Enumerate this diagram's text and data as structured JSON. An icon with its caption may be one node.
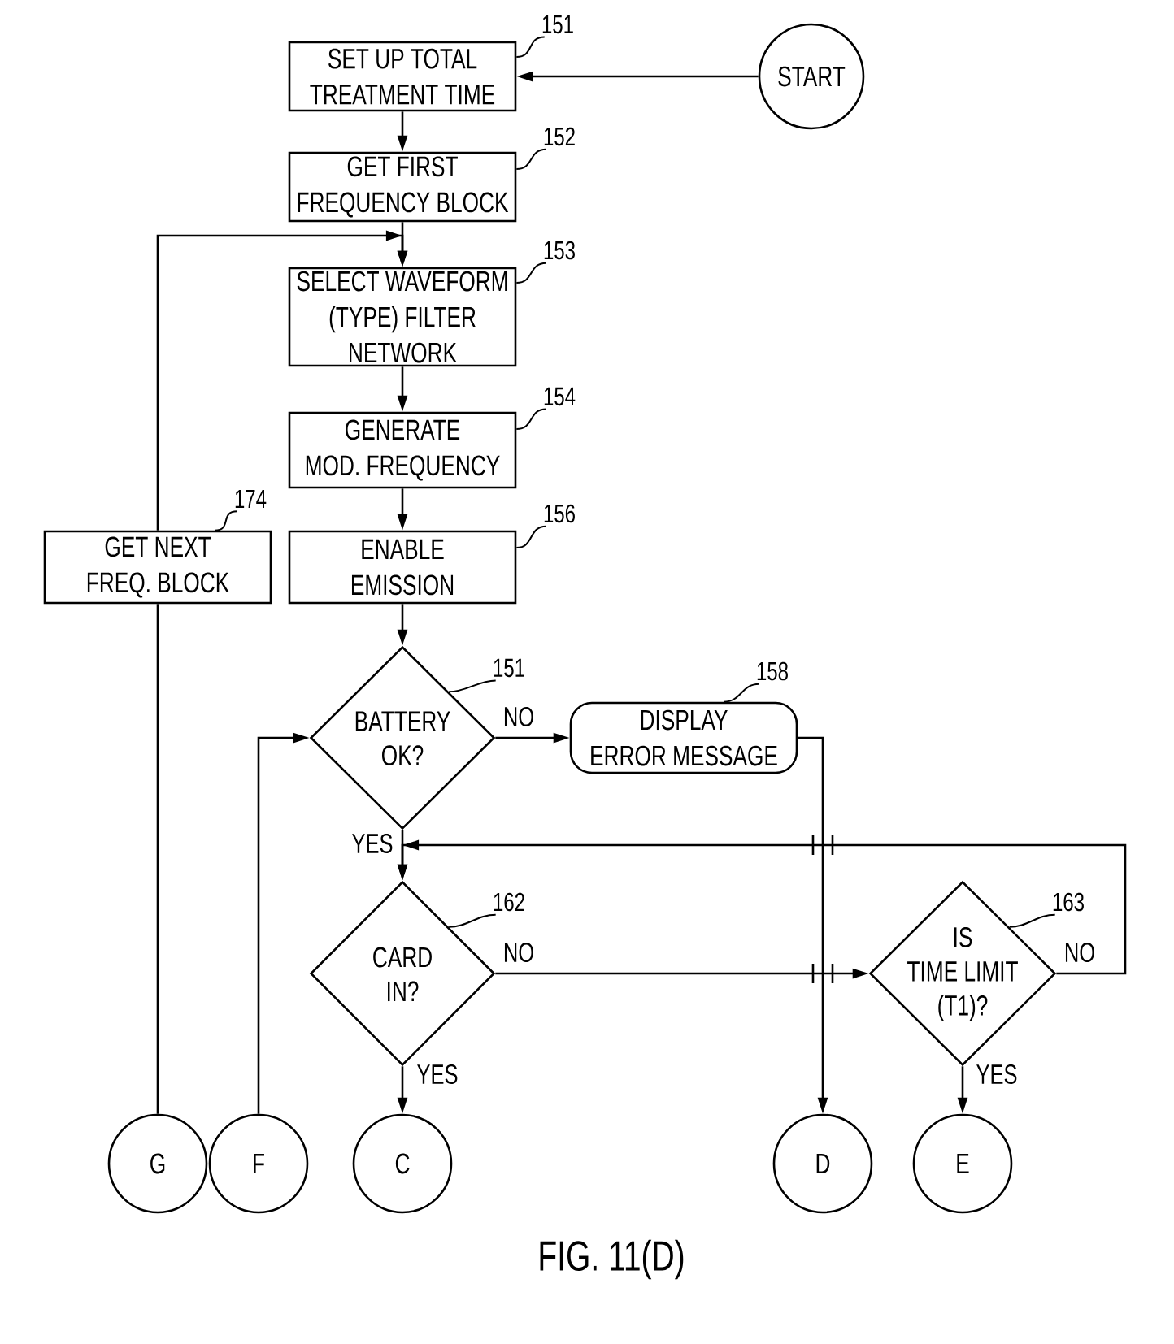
{
  "diagram": {
    "caption": "FIG. 11(D)",
    "nodes": [
      {
        "text": [
          "SET UP TOTAL TREATMENT TIME"
        ]
      },
      {
        "text": [
          "START"
        ]
      },
      {
        "text": [
          "GET FIRST FREQUENCY BLOCK"
        ]
      },
      {
        "text": [
          "SELECT WAVEFORM (TYPE) FILTER NETWORK"
        ]
      },
      {
        "text": [
          "GENERATE MOD. FREQUENCY"
        ]
      },
      {
        "text": [
          "GET NEXT FREQ. BLOCK"
        ]
      },
      {
        "text": [
          "ENABLE EMISSION"
        ]
      },
      {
        "text": [
          "BATTERY OK?"
        ]
      },
      {
        "text": [
          "DISPLAY ERROR MESSAGE"
        ]
      },
      {
        "text": [
          "CARD IN?"
        ]
      },
      {
        "text": [
          "IS TIME LIMIT (T1)?"
        ]
      },
      {
        "text": [
          "G"
        ]
      },
      {
        "text": [
          "F"
        ]
      },
      {
        "text": [
          "C"
        ]
      },
      {
        "text": [
          "D"
        ]
      },
      {
        "text": [
          "E"
        ]
      },
      {
        "text": [
          "151"
        ]
      },
      {
        "text": [
          "152"
        ]
      },
      {
        "text": [
          "153"
        ]
      },
      {
        "text": [
          "154"
        ]
      },
      {
        "text": [
          "174"
        ]
      },
      {
        "text": [
          "156"
        ]
      },
      {
        "text": [
          "151"
        ]
      },
      {
        "text": [
          "158"
        ]
      },
      {
        "text": [
          "162"
        ]
      },
      {
        "text": [
          "163"
        ]
      }
    ],
    "edges": [
      {
        "from": 1,
        "to": 0,
        "arrow": "to"
      },
      {
        "from": 0,
        "to": 2,
        "arrow": "to"
      },
      {
        "from": 2,
        "to": 3,
        "arrow": "to"
      },
      {
        "from": 3,
        "to": 4,
        "arrow": "to"
      },
      {
        "from": 4,
        "to": 6,
        "arrow": "to"
      },
      {
        "from": 6,
        "to": 7,
        "arrow": "to"
      },
      {
        "from": 7,
        "to": 8,
        "arrow": "to",
        "label": "NO"
      },
      {
        "from": 7,
        "to": 9,
        "arrow": "to",
        "label": "YES"
      },
      {
        "from": 8,
        "to": 14,
        "arrow": "to"
      },
      {
        "from": 9,
        "to": 10,
        "arrow": "to",
        "label": "NO"
      },
      {
        "from": 9,
        "to": 13,
        "arrow": "to",
        "label": "YES"
      },
      {
        "from": 10,
        "to": 15,
        "arrow": "to",
        "label": "YES"
      },
      {
        "from": 10,
        "to": 9,
        "arrow": "to",
        "label": "NO"
      },
      {
        "from": 11,
        "to": 5,
        "arrow": "none"
      },
      {
        "from": 5,
        "to": 3,
        "arrow": "to"
      },
      {
        "from": 12,
        "to": 7,
        "arrow": "to"
      },
      {
        "from": 16,
        "to": 0,
        "arrow": "none"
      },
      {
        "from": 17,
        "to": 2,
        "arrow": "none"
      },
      {
        "from": 18,
        "to": 3,
        "arrow": "none"
      },
      {
        "from": 19,
        "to": 4,
        "arrow": "none"
      },
      {
        "from": 20,
        "to": 5,
        "arrow": "none"
      },
      {
        "from": 21,
        "to": 6,
        "arrow": "none"
      },
      {
        "from": 22,
        "to": 7,
        "arrow": "none"
      },
      {
        "from": 23,
        "to": 8,
        "arrow": "none"
      },
      {
        "from": 24,
        "to": 9,
        "arrow": "none"
      },
      {
        "from": 25,
        "to": 10,
        "arrow": "none"
      }
    ]
  }
}
